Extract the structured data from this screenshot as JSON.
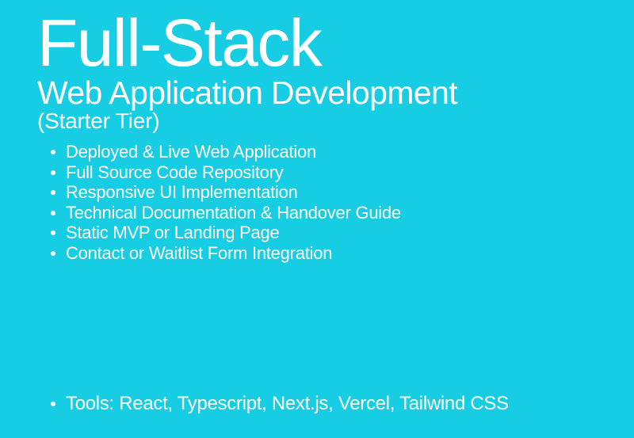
{
  "theme": {
    "background_color": "#16cde3",
    "text_color": "#ffffff",
    "bullet_color": "#ffffff"
  },
  "heading": {
    "title": "Full-Stack",
    "subtitle": "Web Application Development",
    "tier": "(Starter Tier)"
  },
  "deliverables": {
    "items": [
      {
        "label": "Deployed & Live Web Application"
      },
      {
        "label": "Full Source Code Repository"
      },
      {
        "label": "Responsive UI Implementation"
      },
      {
        "label": "Technical Documentation & Handover Guide"
      },
      {
        "label": "Static MVP or Landing Page"
      },
      {
        "label": "Contact or Waitlist Form Integration"
      }
    ]
  },
  "tools": {
    "items": [
      {
        "label": "Tools: React, Typescript, Next.js, Vercel, Tailwind CSS"
      }
    ]
  }
}
